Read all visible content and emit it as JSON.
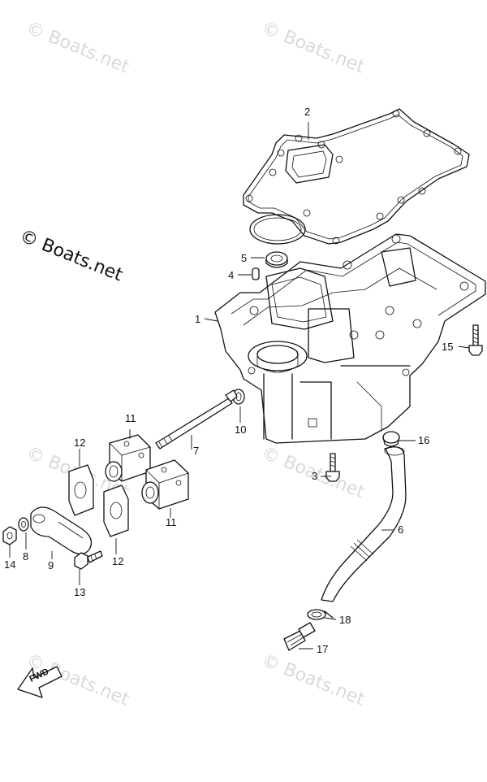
{
  "watermark_text": "© Boats.net",
  "copyright_text": "© Boats.net",
  "fwd_label": "FWD",
  "callouts": {
    "c1": "1",
    "c2": "2",
    "c3": "3",
    "c4": "4",
    "c5": "5",
    "c6": "6",
    "c7": "7",
    "c8": "8",
    "c9": "9",
    "c10": "10",
    "c11a": "11",
    "c11b": "11",
    "c12a": "12",
    "c12b": "12",
    "c13": "13",
    "c14": "14",
    "c15": "15",
    "c16": "16",
    "c17": "17",
    "c18": "18"
  },
  "colors": {
    "line": "#111111",
    "watermark": "#d9d9d9",
    "background": "#ffffff"
  }
}
